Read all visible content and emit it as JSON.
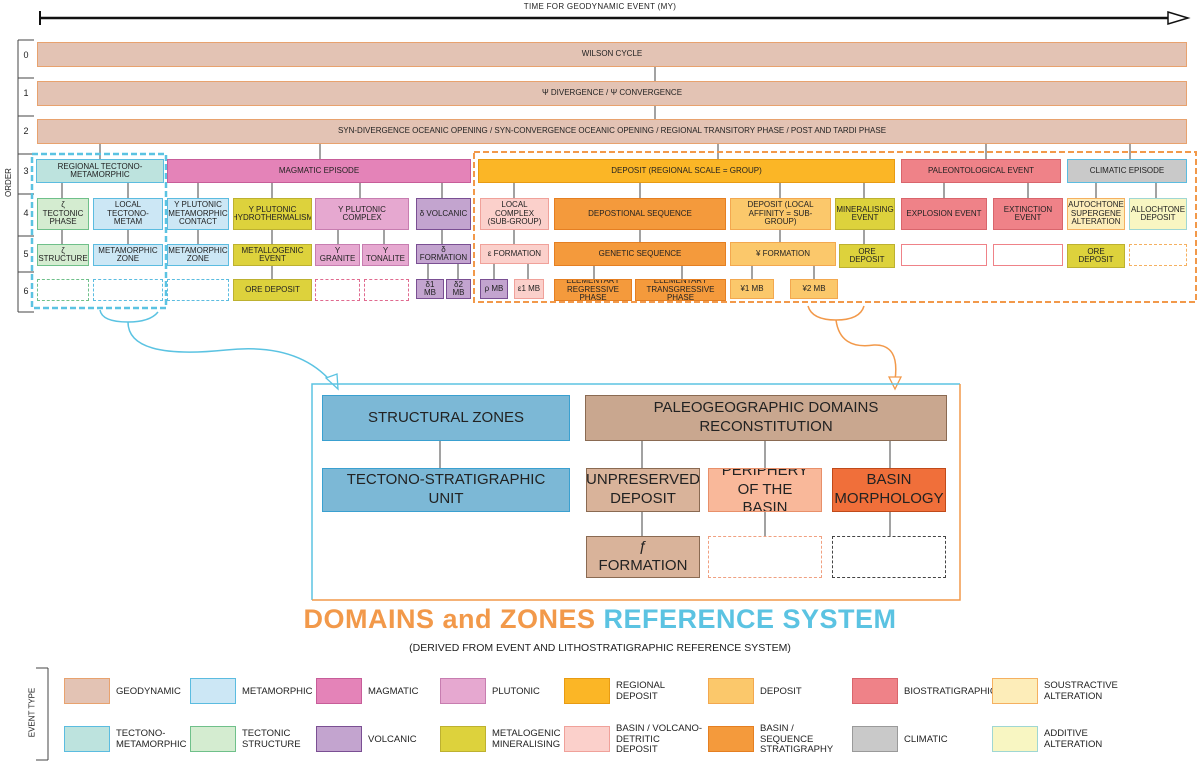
{
  "header": {
    "time_label": "TIME FOR GEODYNAMIC EVENT (MY)"
  },
  "order": {
    "label": "ORDER",
    "levels": [
      "0",
      "1",
      "2",
      "3",
      "4",
      "5",
      "6"
    ]
  },
  "geodynamic": {
    "wilson": "WILSON CYCLE",
    "divergence": "Ψ DIVERGENCE / Ψ CONVERGENCE",
    "syn": "SYN-DIVERGENCE OCEANIC OPENING / SYN-CONVERGENCE OCEANIC OPENING / REGIONAL TRANSITORY PHASE / POST AND TARDI PHASE"
  },
  "order3": {
    "regional_tm": "REGIONAL TECTONO-METAMORPHIC",
    "magmatic_episode": "MAGMATIC EPISODE",
    "deposit_regional": "DEPOSIT (REGIONAL SCALE = GROUP)",
    "paleontological": "PALEONTOLOGICAL EVENT",
    "climatic": "CLIMATIC EPISODE"
  },
  "order4": {
    "tectonic_phase": "ζ TECTONIC PHASE",
    "local_tm": "LOCAL TECTONO-METAM",
    "plutonic_metamorphic": "Y PLUTONIC METAMORPHIC CONTACT",
    "plutonic_hydro": "Y PLUTONIC HYDROTHERMALISM",
    "plutonic_complex": "Y PLUTONIC COMPLEX",
    "volcanic": "δ VOLCANIC",
    "local_complex": "LOCAL COMPLEX (SUB-GROUP)",
    "depositional_sequence": "DEPOSTIONAL SEQUENCE",
    "deposit_local": "DEPOSIT (LOCAL AFFINITY = SUB-GROUP)",
    "mineralising_event": "MINERALISING EVENT",
    "explosion": "EXPLOSION EVENT",
    "extinction": "EXTINCTION EVENT",
    "autochtone": "AUTOCHTONE SUPERGENE ALTERATION",
    "allochtone": "ALLOCHTONE DEPOSIT"
  },
  "order5": {
    "structure": "ζ STRUCTURE",
    "metamorphic_zone_1": "METAMORPHIC ZONE",
    "metamorphic_zone_2": "METAMORPHIC ZONE",
    "metallogenic_event": "METALLOGENIC EVENT",
    "granite": "Y GRANITE",
    "tonalite": "Y TONALITE",
    "d_formation": "δ FORMATION",
    "e_formation": "ε FORMATION",
    "genetic_sequence": "GENETIC SEQUENCE",
    "y_formation": "¥ FORMATION",
    "ore_deposit_1": "ORE DEPOSIT",
    "ore_deposit_2": "ORE DEPOSIT"
  },
  "order6": {
    "ore_deposit": "ORE DEPOSIT",
    "d1": "δ1 MB",
    "d2": "δ2 MB",
    "p": "ρ MB",
    "e1": "ε1 MB",
    "elem_regressive": "ELEMENTARY REGRESSIVE PHASE",
    "elem_transgressive": "ELEMENTARY TRANSGRESSIVE PHASE",
    "y1": "¥1 MB",
    "y2": "¥2 MB"
  },
  "detail": {
    "structural_zones": "STRUCTURAL ZONES",
    "tectono_unit": "TECTONO-STRATIGRAPHIC UNIT",
    "paleo_domains": "PALEOGEOGRAPHIC DOMAINS RECONSTITUTION",
    "unpreserved": "UNPRESERVED DEPOSIT",
    "periphery": "PERIPHERY OF THE BASIN",
    "basin_morphology": "BASIN MORPHOLOGY",
    "f_formation": "ƒ FORMATION"
  },
  "title": {
    "part1": "DOMAINS and ZONES",
    "part2": "REFERENCE SYSTEM",
    "subtitle": "(DERIVED FROM EVENT AND LITHOSTRATIGRAPHIC REFERENCE SYSTEM)"
  },
  "legend": {
    "axis_label": "EVENT TYPE",
    "items": [
      {
        "label": "GEODYNAMIC",
        "fill": "#e3c3b4",
        "border": "#e8a26e"
      },
      {
        "label": "METAMORPHIC",
        "fill": "#cce7f5",
        "border": "#5bbce0"
      },
      {
        "label": "MAGMATIC",
        "fill": "#e483b8",
        "border": "#c75d99"
      },
      {
        "label": "PLUTONIC",
        "fill": "#e6a8d0",
        "border": "#c77db0"
      },
      {
        "label": "REGIONAL DEPOSIT",
        "fill": "#fbb626",
        "border": "#e89b12"
      },
      {
        "label": "DEPOSIT",
        "fill": "#fbc86b",
        "border": "#f3a84f"
      },
      {
        "label": "BIOSTRATIGRAPHIC",
        "fill": "#ef8288",
        "border": "#d9656c"
      },
      {
        "label": "SOUSTRACTIVE ALTERATION",
        "fill": "#fdedb9",
        "border": "#f5b060"
      },
      {
        "label": "TECTONO-METAMORPHIC",
        "fill": "#bde3de",
        "border": "#5bbce0"
      },
      {
        "label": "TECTONIC STRUCTURE",
        "fill": "#d4ecd0",
        "border": "#6fc08a"
      },
      {
        "label": "VOLCANIC",
        "fill": "#c3a4cf",
        "border": "#7a4f93"
      },
      {
        "label": "METALOGENIC MINERALISING",
        "fill": "#ddd23c",
        "border": "#bdb130"
      },
      {
        "label": "BASIN / VOLCANO-DETRITIC DEPOSIT",
        "fill": "#fbd0cb",
        "border": "#f0a19a"
      },
      {
        "label": "BASIN / SEQUENCE STRATIGRAPHY",
        "fill": "#f49a3c",
        "border": "#e57f22"
      },
      {
        "label": "CLIMATIC",
        "fill": "#c9c9c9",
        "border": "#9a9a9a"
      },
      {
        "label": "ADDITIVE ALTERATION",
        "fill": "#f8f6c2",
        "border": "#9fd7d3"
      }
    ]
  },
  "colors": {
    "blue_accent": "#5bc3e2",
    "orange_accent": "#f2994a",
    "structural": "#7cb8d6",
    "paleo": "#c9a78f",
    "periphery": "#f9b89a",
    "basin": "#f06f3a"
  }
}
